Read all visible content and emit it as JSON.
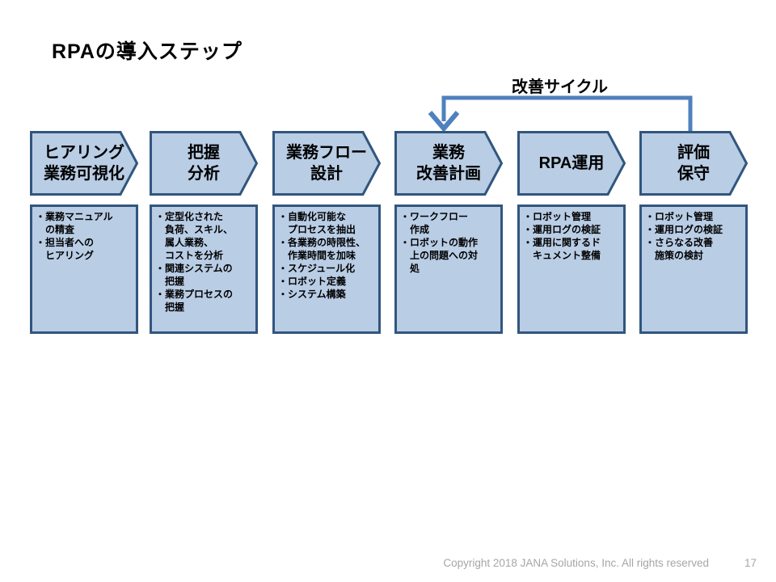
{
  "slide": {
    "title": "RPAの導入ステップ",
    "cycle_label": "改善サイクル",
    "footer": {
      "copyright": "Copyright 2018 JANA Solutions, Inc. All rights reserved",
      "page_number": "17"
    }
  },
  "colors": {
    "shape_fill": "#b9cde5",
    "shape_border": "#31567e",
    "arrow": "#4f81bd",
    "footer_text": "#a6a6a6"
  },
  "steps": [
    {
      "label": "ヒアリング\n業務可視化",
      "details": [
        "・業務マニュアル\nの精査",
        "・担当者への\nヒアリング"
      ]
    },
    {
      "label": "把握\n分析",
      "details": [
        "・定型化された\n負荷、スキル、\n属人業務、\nコストを分析",
        "・関連システムの\n把握",
        "・業務プロセスの\n把握"
      ]
    },
    {
      "label": "業務フロー\n設計",
      "details": [
        "・自動化可能な\nプロセスを抽出",
        "・各業務の時限性、\n作業時間を加味",
        "・スケジュール化",
        "・ロボット定義",
        "・システム構築"
      ]
    },
    {
      "label": "業務\n改善計画",
      "details": [
        "・ワークフロー\n作成",
        "・ロボットの動作\n上の問題への対\n処"
      ]
    },
    {
      "label": "RPA運用",
      "details": [
        "・ロボット管理",
        "・運用ログの検証",
        "・運用に関するド\nキュメント整備"
      ]
    },
    {
      "label": "評価\n保守",
      "details": [
        "・ロボット管理",
        "・運用ログの検証",
        "・さらなる改善\n施策の検討"
      ]
    }
  ]
}
